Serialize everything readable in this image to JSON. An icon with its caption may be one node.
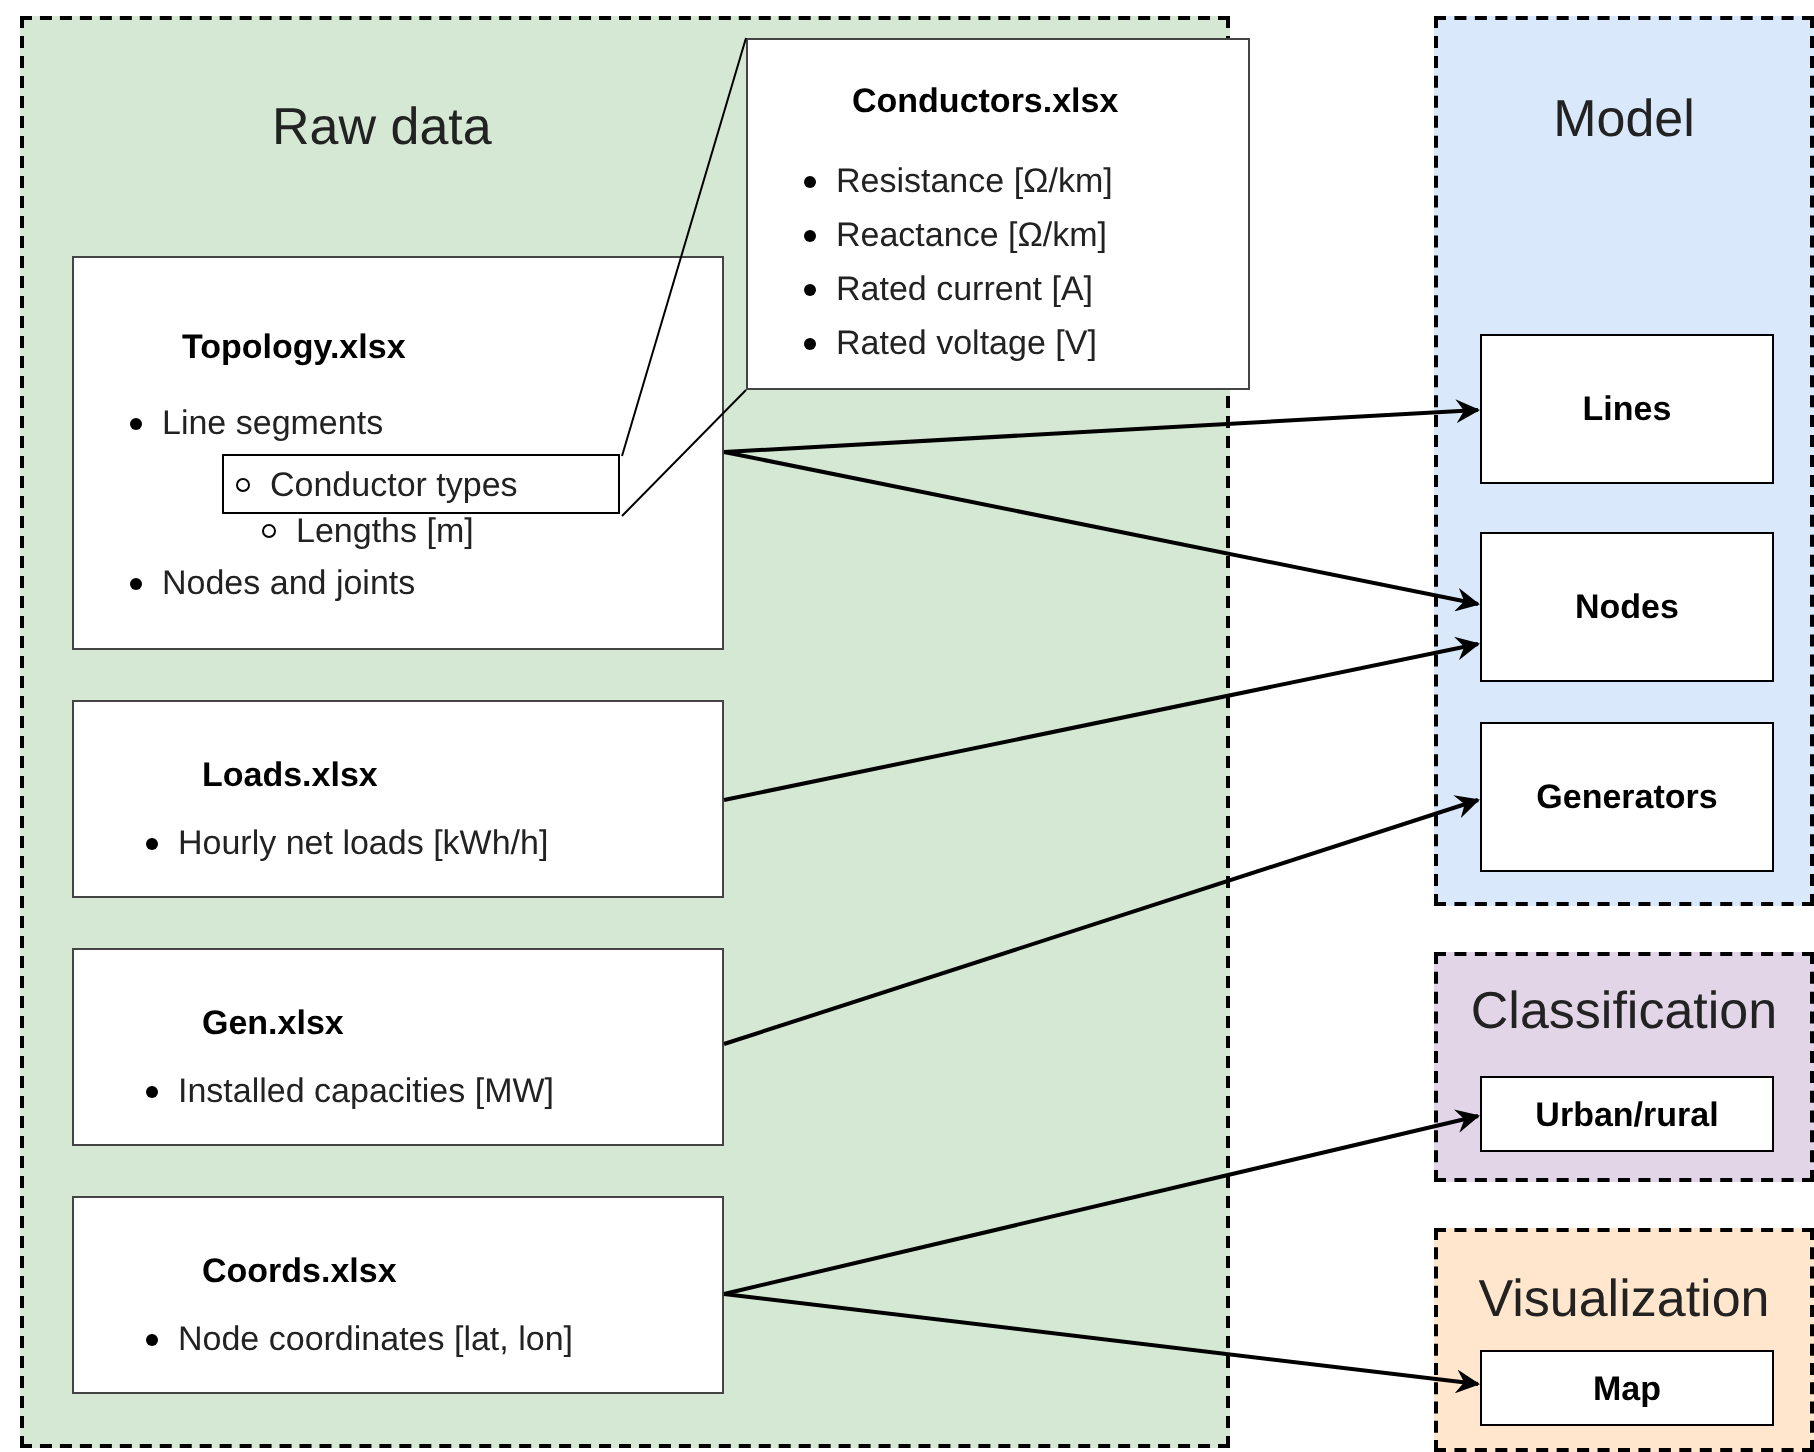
{
  "diagram": {
    "nodes": [
      {
        "text": [
          "Raw data"
        ]
      },
      {
        "text": [
          "Topology.xlsx",
          "Line segments",
          "Lengths [m]",
          "Nodes and joints"
        ],
        "in": 0
      },
      {
        "text": [
          "Conductor types"
        ],
        "in": 1
      },
      {
        "text": [
          "Conductors.xlsx",
          "Resistance [Ω/km]",
          "Reactance [Ω/km]",
          "Rated current [A]",
          "Rated voltage [V]"
        ],
        "in": 0
      },
      {
        "text": [
          "Loads.xlsx",
          "Hourly net loads [kWh/h]"
        ],
        "in": 0
      },
      {
        "text": [
          "Gen.xlsx",
          "Installed capacities [MW]"
        ],
        "in": 0
      },
      {
        "text": [
          "Coords.xlsx",
          "Node coordinates [lat, lon]"
        ],
        "in": 0
      },
      {
        "text": [
          "Model"
        ]
      },
      {
        "text": [
          "Lines"
        ],
        "in": 7
      },
      {
        "text": [
          "Nodes"
        ],
        "in": 7
      },
      {
        "text": [
          "Generators"
        ],
        "in": 7
      },
      {
        "text": [
          "Classification"
        ]
      },
      {
        "text": [
          "Urban/rural"
        ],
        "in": 11
      },
      {
        "text": [
          "Visualization"
        ]
      },
      {
        "text": [
          "Map"
        ],
        "in": 13
      }
    ],
    "edges": [
      {
        "from": 1,
        "to": 8,
        "arrow": "to"
      },
      {
        "from": 1,
        "to": 9,
        "arrow": "to"
      },
      {
        "from": 4,
        "to": 9,
        "arrow": "to"
      },
      {
        "from": 5,
        "to": 10,
        "arrow": "to"
      },
      {
        "from": 6,
        "to": 12,
        "arrow": "to"
      },
      {
        "from": 6,
        "to": 14,
        "arrow": "to"
      },
      {
        "from": 2,
        "to": 3,
        "arrow": "none"
      }
    ]
  }
}
